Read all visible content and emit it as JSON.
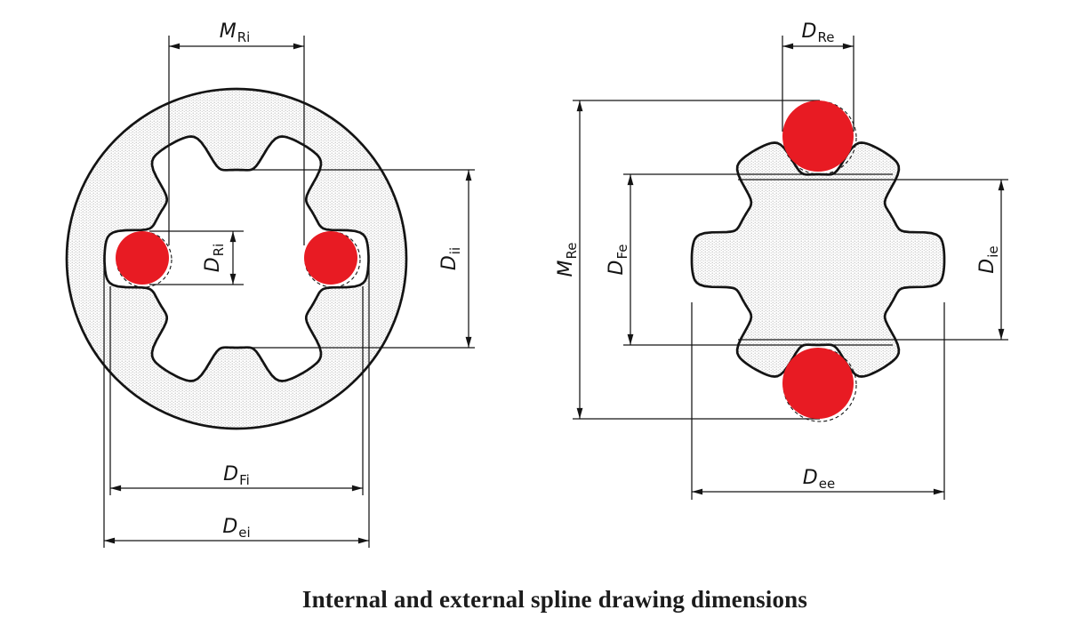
{
  "caption": "Internal and external spline drawing dimensions",
  "colors": {
    "pin_red": "#e81b23",
    "line_black": "#141414",
    "stipple_gray": "#ababab"
  },
  "internal_spline": {
    "labels": {
      "between_pins": {
        "base": "M",
        "sub": "Ri"
      },
      "pin_diameter": {
        "base": "D",
        "sub": "Ri"
      },
      "minor_diameter": {
        "base": "D",
        "sub": "ii"
      },
      "form_diameter": {
        "base": "D",
        "sub": "Fi"
      },
      "major_diameter": {
        "base": "D",
        "sub": "ei"
      }
    }
  },
  "external_spline": {
    "labels": {
      "pin_diameter": {
        "base": "D",
        "sub": "Re"
      },
      "over_pins": {
        "base": "M",
        "sub": "Re"
      },
      "form_diameter": {
        "base": "D",
        "sub": "Fe"
      },
      "minor_diameter": {
        "base": "D",
        "sub": "ie"
      },
      "major_diameter": {
        "base": "D",
        "sub": "ee"
      }
    }
  }
}
